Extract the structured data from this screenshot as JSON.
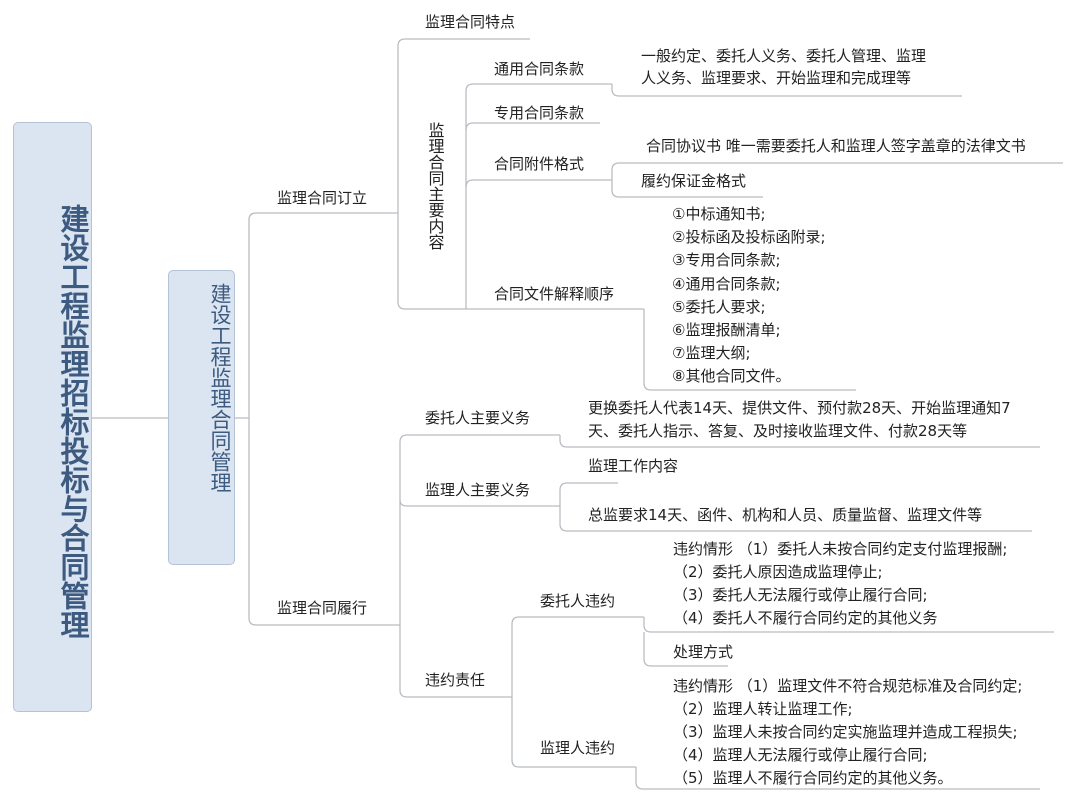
{
  "root": {
    "title": "建设工程监理招标投标与合同管理"
  },
  "branch": {
    "title": "建设工程监理合同管理"
  },
  "sign": {
    "label": "监理合同订立",
    "features": "监理合同特点",
    "main_content": {
      "label": "监理合同主要内容",
      "general_terms": {
        "label": "通用合同条款",
        "detail": [
          "一般约定、委托人义务、委托人管理、监理",
          "人义务、监理要求、开始监理和完成理等"
        ]
      },
      "special_terms": {
        "label": "专用合同条款"
      },
      "attachment_format": {
        "label": "合同附件格式",
        "items": [
          "合同协议书  唯一需要委托人和监理人签字盖章的法律文书",
          "履约保证金格式"
        ]
      },
      "interpretation_order": {
        "label": "合同文件解释顺序",
        "items": [
          "①中标通知书;",
          "②投标函及投标函附录;",
          "③专用合同条款;",
          "④通用合同条款;",
          "⑤委托人要求;",
          "⑥监理报酬清单;",
          "⑦监理大纲;",
          "⑧其他合同文件。"
        ]
      }
    }
  },
  "perform": {
    "label": "监理合同履行",
    "client_duties": {
      "label": "委托人主要义务",
      "detail": [
        "更换委托人代表14天、提供文件、预付款28天、开始监理通知7",
        "天、委托人指示、答复、及时接收监理文件、付款28天等"
      ]
    },
    "supervisor_duties": {
      "label": "监理人主要义务",
      "items": [
        "监理工作内容",
        "总监要求14天、函件、机构和人员、质量监督、监理文件等"
      ]
    },
    "liability": {
      "label": "违约责任",
      "client_breach": {
        "label": "委托人违约",
        "situations": [
          "违约情形   （1）委托人未按合同约定支付监理报酬;",
          "（2）委托人原因造成监理停止;",
          "（3）委托人无法履行或停止履行合同;",
          "（4）委托人不履行合同约定的其他义务"
        ],
        "handling": "处理方式"
      },
      "supervisor_breach": {
        "label": "监理人违约",
        "situations": [
          "违约情形   （1）监理文件不符合规范标准及合同约定;",
          "（2）监理人转让监理工作;",
          "（3）监理人未按合同约定实施监理并造成工程损失;",
          "（4）监理人无法履行或停止履行合同;",
          "（5）监理人不履行合同约定的其他义务。"
        ]
      }
    }
  },
  "colors": {
    "node_fill": "#dbe5f1",
    "node_border": "#b4c3d4",
    "node_text": "#3d5a80",
    "line": "#b9bdc2"
  }
}
